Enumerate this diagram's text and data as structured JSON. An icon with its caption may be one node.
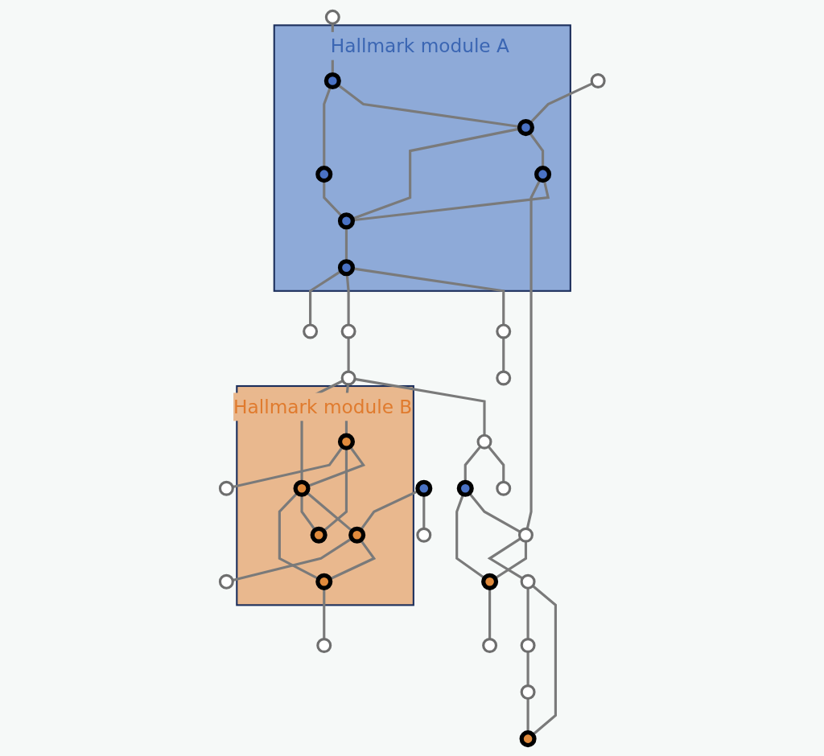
{
  "diagram": {
    "nodes": [
      {
        "text": [
          "Hallmark module A"
        ]
      },
      {
        "text": [],
        "shape": "circle",
        "in": 0
      },
      {
        "text": [],
        "shape": "circle",
        "in": 0
      },
      {
        "text": [],
        "shape": "circle",
        "in": 0
      },
      {
        "text": [],
        "shape": "circle",
        "in": 0
      },
      {
        "text": [],
        "shape": "circle",
        "in": 0
      },
      {
        "text": [],
        "shape": "circle",
        "in": 0
      },
      {
        "text": [],
        "shape": "circle"
      },
      {
        "text": [],
        "shape": "circle"
      },
      {
        "text": [],
        "shape": "circle"
      },
      {
        "text": [],
        "shape": "circle"
      },
      {
        "text": [],
        "shape": "circle"
      },
      {
        "text": [],
        "shape": "circle"
      },
      {
        "text": [],
        "shape": "circle"
      },
      {
        "text": [],
        "shape": "circle"
      },
      {
        "text": [],
        "shape": "circle"
      },
      {
        "text": [],
        "shape": "circle"
      },
      {
        "text": [],
        "shape": "circle"
      },
      {
        "text": [],
        "shape": "circle"
      },
      {
        "text": [],
        "shape": "circle"
      },
      {
        "text": [],
        "shape": "circle"
      },
      {
        "text": [],
        "shape": "circle"
      },
      {
        "text": [],
        "shape": "circle"
      },
      {
        "text": [],
        "shape": "circle"
      },
      {
        "text": [],
        "shape": "circle"
      },
      {
        "text": [],
        "shape": "circle"
      },
      {
        "text": [
          "Hallmark module B"
        ]
      },
      {
        "text": [],
        "shape": "circle",
        "in": 26
      },
      {
        "text": [],
        "shape": "circle",
        "in": 26
      },
      {
        "text": [],
        "shape": "circle",
        "in": 26
      },
      {
        "text": [],
        "shape": "circle",
        "in": 26
      },
      {
        "text": [],
        "shape": "circle",
        "in": 26
      },
      {
        "text": [],
        "shape": "circle"
      },
      {
        "text": [],
        "shape": "circle"
      },
      {
        "text": [],
        "shape": "circle"
      }
    ],
    "edges": [
      {
        "from": 1,
        "to": 2,
        "arrow": "none"
      },
      {
        "from": 1,
        "to": 4,
        "arrow": "none"
      },
      {
        "from": 2,
        "to": 3,
        "arrow": "none"
      },
      {
        "from": 2,
        "to": 5,
        "arrow": "none"
      },
      {
        "from": 4,
        "to": 5,
        "arrow": "none"
      },
      {
        "from": 3,
        "to": 5,
        "arrow": "none"
      },
      {
        "from": 5,
        "to": 6,
        "arrow": "none"
      },
      {
        "from": 9,
        "to": 2,
        "arrow": "none"
      },
      {
        "from": 14,
        "to": 1,
        "arrow": "none"
      },
      {
        "from": 3,
        "to": 12,
        "arrow": "none"
      },
      {
        "from": 6,
        "to": 18,
        "arrow": "none"
      },
      {
        "from": 18,
        "to": 21,
        "arrow": "none"
      },
      {
        "from": 6,
        "to": 19,
        "arrow": "none"
      },
      {
        "from": 6,
        "to": 25,
        "arrow": "none"
      },
      {
        "from": 19,
        "to": 22,
        "arrow": "none"
      },
      {
        "from": 22,
        "to": 20,
        "arrow": "none"
      },
      {
        "from": 20,
        "to": 15,
        "arrow": "none"
      },
      {
        "from": 20,
        "to": 16,
        "arrow": "none"
      },
      {
        "from": 16,
        "to": 12,
        "arrow": "none"
      },
      {
        "from": 16,
        "to": 13,
        "arrow": "none"
      },
      {
        "from": 12,
        "to": 13,
        "arrow": "none"
      },
      {
        "from": 12,
        "to": 11,
        "arrow": "none"
      },
      {
        "from": 11,
        "to": 10,
        "arrow": "none"
      },
      {
        "from": 11,
        "to": 8,
        "arrow": "none"
      },
      {
        "from": 8,
        "to": 7,
        "arrow": "none"
      },
      {
        "from": 7,
        "to": 10,
        "arrow": "none"
      },
      {
        "from": 13,
        "to": 17,
        "arrow": "none"
      },
      {
        "from": 23,
        "to": 24,
        "arrow": "none"
      },
      {
        "from": 23,
        "to": 27,
        "arrow": "none"
      },
      {
        "from": 28,
        "to": 29,
        "arrow": "none"
      },
      {
        "from": 29,
        "to": 27,
        "arrow": "none"
      },
      {
        "from": 28,
        "to": 31,
        "arrow": "none"
      },
      {
        "from": 29,
        "to": 31,
        "arrow": "none"
      },
      {
        "from": 29,
        "to": 30,
        "arrow": "none"
      },
      {
        "from": 27,
        "to": 30,
        "arrow": "none"
      },
      {
        "from": 22,
        "to": 28,
        "arrow": "none"
      },
      {
        "from": 22,
        "to": 29,
        "arrow": "none"
      },
      {
        "from": 28,
        "to": 33,
        "arrow": "none"
      },
      {
        "from": 27,
        "to": 32,
        "arrow": "none"
      },
      {
        "from": 30,
        "to": 34,
        "arrow": "none"
      }
    ]
  }
}
